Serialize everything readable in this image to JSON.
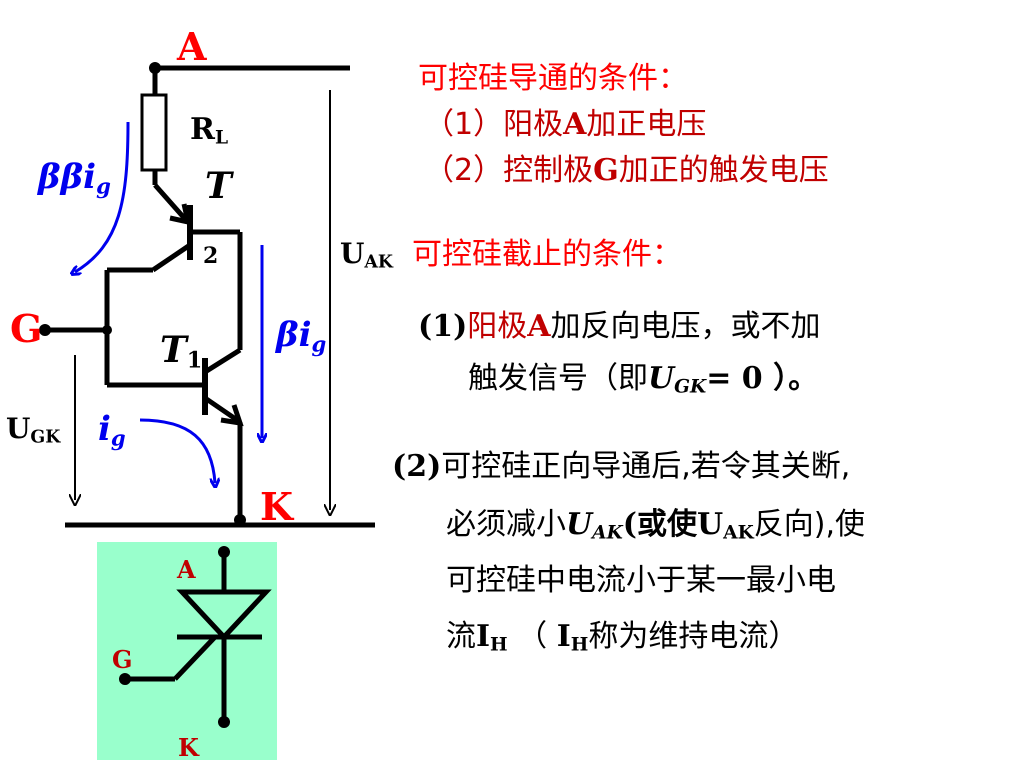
{
  "circuit": {
    "label_A": "A",
    "label_K": "K",
    "label_G": "G",
    "label_RL": "R",
    "label_RL_sub": "L",
    "label_T2": "T",
    "label_T2_sub": "2",
    "label_T1": "T",
    "label_T1_sub": "1",
    "label_UAK": "U",
    "label_UAK_sub": "AK",
    "label_UGK": "U",
    "label_UGK_sub": "GK",
    "label_bb_ig": "ββi",
    "label_bb_ig_sub": "g",
    "label_b_ig": "βi",
    "label_b_ig_sub": "g",
    "label_ig": "i",
    "label_ig_sub": "g"
  },
  "symbol": {
    "label_A": "A",
    "label_G": "G",
    "label_K": "K"
  },
  "text": {
    "on_title": "可控硅导通的条件：",
    "on_cond1_pre": "（1）阳极",
    "on_cond1_A": "A",
    "on_cond1_post": "加正电压",
    "on_cond2_pre": "（2）控制极",
    "on_cond2_G": "G",
    "on_cond2_post": "加正的触发电压",
    "off_title_U": "U",
    "off_title_sub": "AK",
    "off_title": "可控硅截止的条件：",
    "off1_num": "(1)",
    "off1_red": "阳极",
    "off1_A": "A",
    "off1_rest": "加反向电压，或不加",
    "off1_line2_pre": "触发信号（即",
    "off1_U": "U",
    "off1_U_sub": "GK",
    "off1_line2_post": "= 0 ）。",
    "off2_num": "(2)",
    "off2_line1": "可控硅正向导通后,若令其关断,",
    "off2_line2_pre": "必须减小",
    "off2_U": "U",
    "off2_U_sub": "AK",
    "off2_line2_mid": "(或使",
    "off2_U2": "U",
    "off2_U2_sub": "AK",
    "off2_line2_post": "反向),使",
    "off2_line3": "可控硅中电流小于某一最小电",
    "off2_line4_pre": "流",
    "off2_I": "I",
    "off2_I_sub": "H",
    "off2_line4_mid": " （ ",
    "off2_I2": "I",
    "off2_I2_sub": "H",
    "off2_line4_post": "称为维持电流）"
  },
  "colors": {
    "accent_red": "#ff0000",
    "dark_red": "#c00000",
    "arrow_blue": "#0000ee",
    "symbol_bg": "#99ffcc"
  }
}
